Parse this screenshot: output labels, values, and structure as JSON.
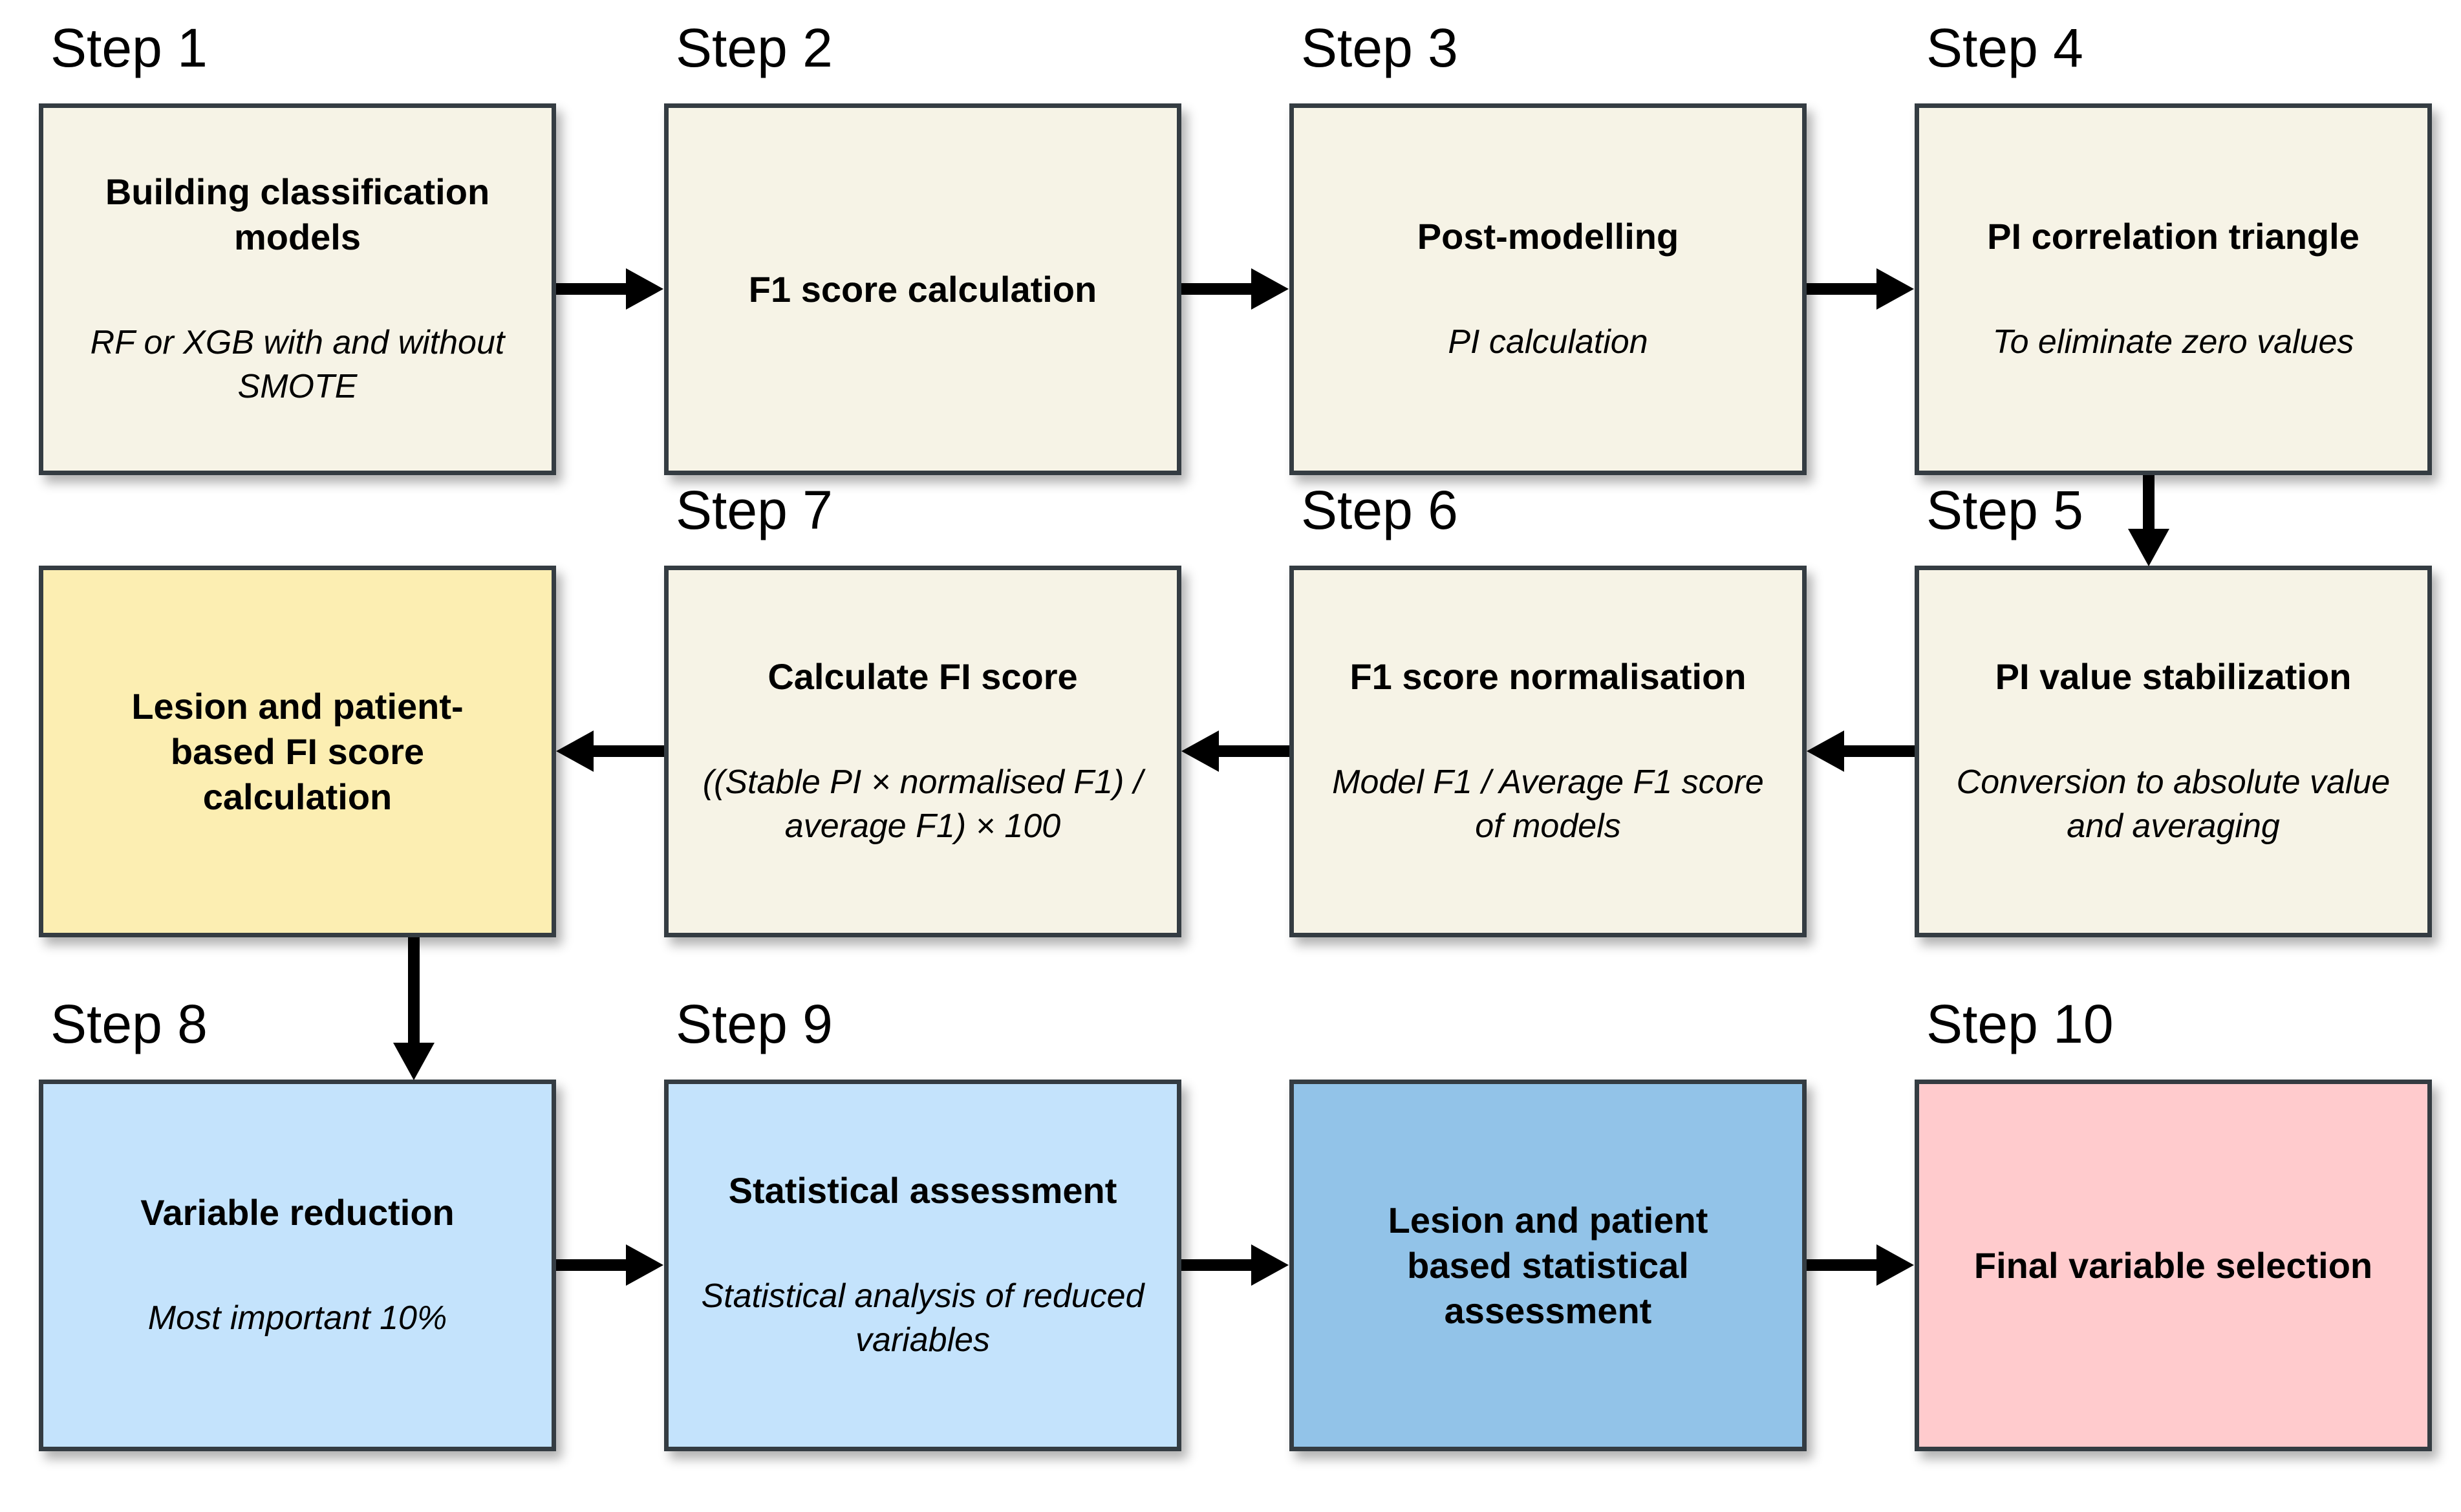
{
  "figure": {
    "background": "#ffffff",
    "box_border_color": "#343c42",
    "arrow_color": "#000000",
    "palette": {
      "cream": "#f6f3e6",
      "yellow": "#fceeb2",
      "light_blue": "#c4e3fc",
      "medium_blue": "#92c3e8",
      "pink": "#ffcbcd"
    },
    "steps": [
      {
        "label": "Step 1",
        "title": "Building classification\nmodels",
        "subtitle": "RF or XGB with and without\nSMOTE",
        "color": "cream"
      },
      {
        "label": "Step 2",
        "title": "F1 score calculation",
        "subtitle": "",
        "color": "cream"
      },
      {
        "label": "Step 3",
        "title": "Post-modelling",
        "subtitle": "PI calculation",
        "color": "cream"
      },
      {
        "label": "Step 4",
        "title": "PI correlation triangle",
        "subtitle": "To eliminate zero values",
        "color": "cream"
      },
      {
        "label": "Step 5",
        "title": "PI value stabilization",
        "subtitle": "Conversion to absolute value\nand averaging",
        "color": "cream"
      },
      {
        "label": "Step 6",
        "title": "F1 score normalisation",
        "subtitle": "Model F1 / Average F1 score\nof models",
        "color": "cream"
      },
      {
        "label": "Step 7",
        "title": "Calculate FI score",
        "subtitle": "((Stable PI × normalised F1) /\naverage F1) × 100",
        "color": "cream"
      },
      {
        "label": "",
        "title": "Lesion and patient-\nbased FI score\ncalculation",
        "subtitle": "",
        "color": "yellow"
      },
      {
        "label": "Step 8",
        "title": "Variable reduction",
        "subtitle": "Most important 10%",
        "color": "light_blue"
      },
      {
        "label": "Step 9",
        "title": "Statistical assessment",
        "subtitle": "Statistical analysis of reduced\nvariables",
        "color": "light_blue"
      },
      {
        "label": "",
        "title": "Lesion and patient\nbased statistical\nassessment",
        "subtitle": "",
        "color": "medium_blue"
      },
      {
        "label": "Step 10",
        "title": "Final variable selection",
        "subtitle": "",
        "color": "pink"
      }
    ],
    "connections": [
      {
        "from": "Step 1",
        "to": "Step 2"
      },
      {
        "from": "Step 2",
        "to": "Step 3"
      },
      {
        "from": "Step 3",
        "to": "Step 4"
      },
      {
        "from": "Step 4",
        "to": "Step 5"
      },
      {
        "from": "Step 5",
        "to": "Step 6"
      },
      {
        "from": "Step 6",
        "to": "Step 7"
      },
      {
        "from": "Step 7",
        "to": "Lesion and patient-based FI score calculation"
      },
      {
        "from": "Lesion and patient-based FI score calculation",
        "to": "Step 8"
      },
      {
        "from": "Step 8",
        "to": "Step 9"
      },
      {
        "from": "Step 9",
        "to": "Lesion and patient based statistical assessment"
      },
      {
        "from": "Lesion and patient based statistical assessment",
        "to": "Step 10"
      }
    ]
  }
}
